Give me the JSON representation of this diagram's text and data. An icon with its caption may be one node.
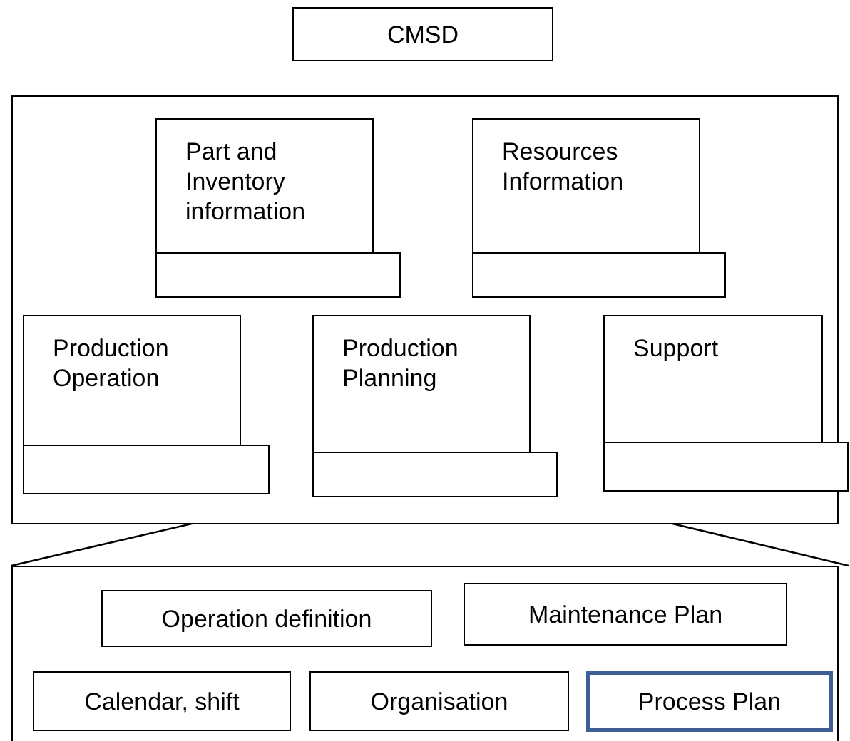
{
  "diagram": {
    "nodes": [
      {
        "text": [
          "CMSD"
        ]
      },
      {
        "text": [],
        "shape": "box"
      },
      {
        "text": [
          "Part and Inventory information"
        ],
        "in": 1
      },
      {
        "text": [],
        "shape": "box",
        "in": 1
      },
      {
        "text": [
          "Resources Information"
        ],
        "in": 1
      },
      {
        "text": [],
        "shape": "box",
        "in": 1
      },
      {
        "text": [
          "Production Operation"
        ],
        "in": 1
      },
      {
        "text": [],
        "shape": "box",
        "in": 1
      },
      {
        "text": [
          "Production Planning"
        ],
        "in": 1
      },
      {
        "text": [],
        "shape": "box",
        "in": 1
      },
      {
        "text": [
          "Support"
        ],
        "in": 1
      },
      {
        "text": [],
        "shape": "box",
        "in": 1
      },
      {
        "text": [],
        "shape": "box"
      },
      {
        "text": [
          "Operation definition"
        ],
        "in": 12
      },
      {
        "text": [
          "Maintenance Plan"
        ],
        "in": 12
      },
      {
        "text": [
          "Calendar, shift"
        ],
        "in": 12
      },
      {
        "text": [
          "Organisation"
        ],
        "in": 12
      },
      {
        "text": [
          "Process Plan"
        ],
        "in": 12
      }
    ],
    "edges": [
      {
        "from": 9,
        "to": 12,
        "arrow": "none"
      },
      {
        "from": 9,
        "to": 12,
        "arrow": "none"
      }
    ]
  }
}
